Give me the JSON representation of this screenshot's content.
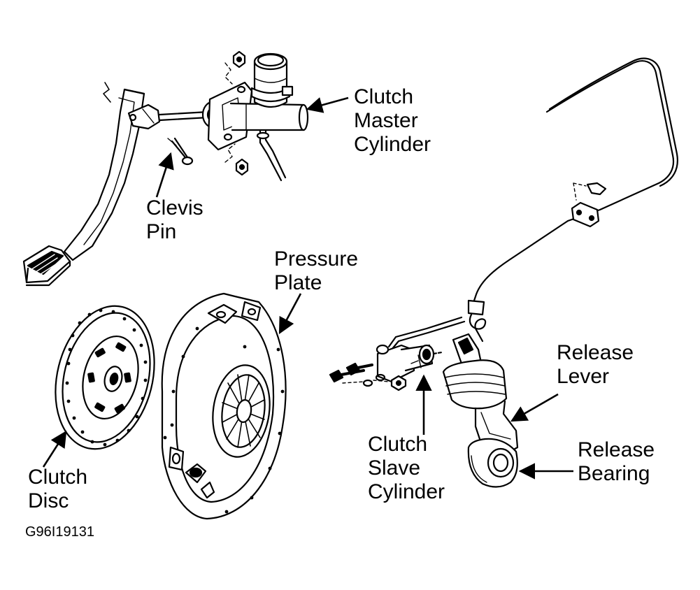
{
  "diagram": {
    "labels": {
      "clutch_master_cylinder": [
        "Clutch",
        "Master",
        "Cylinder"
      ],
      "clevis_pin": [
        "Clevis",
        "Pin"
      ],
      "pressure_plate": [
        "Pressure",
        "Plate"
      ],
      "release_lever": [
        "Release",
        "Lever"
      ],
      "release_bearing": [
        "Release",
        "Bearing"
      ],
      "clutch_slave_cylinder": [
        "Clutch",
        "Slave",
        "Cylinder"
      ],
      "clutch_disc": [
        "Clutch",
        "Disc"
      ]
    },
    "figure_code": "G96I19131",
    "colors": {
      "ink": "#000000",
      "paper": "#ffffff"
    }
  }
}
